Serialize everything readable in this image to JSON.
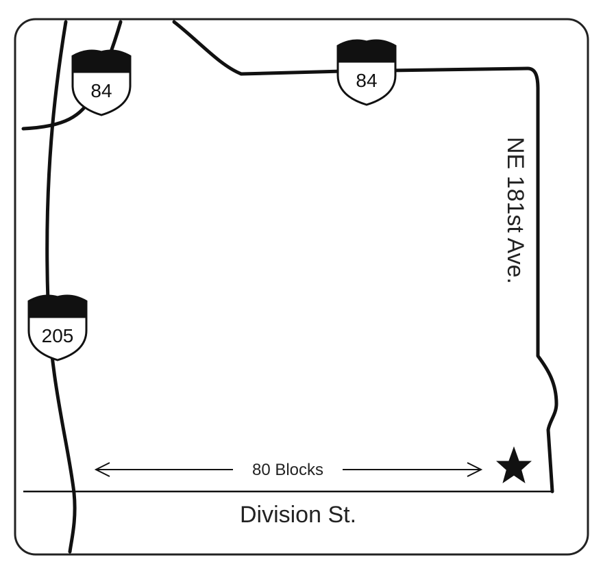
{
  "map": {
    "highways": [
      {
        "id": "i84-west",
        "number": "84"
      },
      {
        "id": "i84-east",
        "number": "84"
      },
      {
        "id": "i205",
        "number": "205"
      }
    ],
    "streets": {
      "division": "Division St.",
      "ne181": "NE 181st Ave."
    },
    "distance_label": "80 Blocks",
    "destination_marker": "star-icon",
    "colors": {
      "ink": "#111111",
      "background": "#ffffff",
      "frame": "#222222"
    }
  }
}
